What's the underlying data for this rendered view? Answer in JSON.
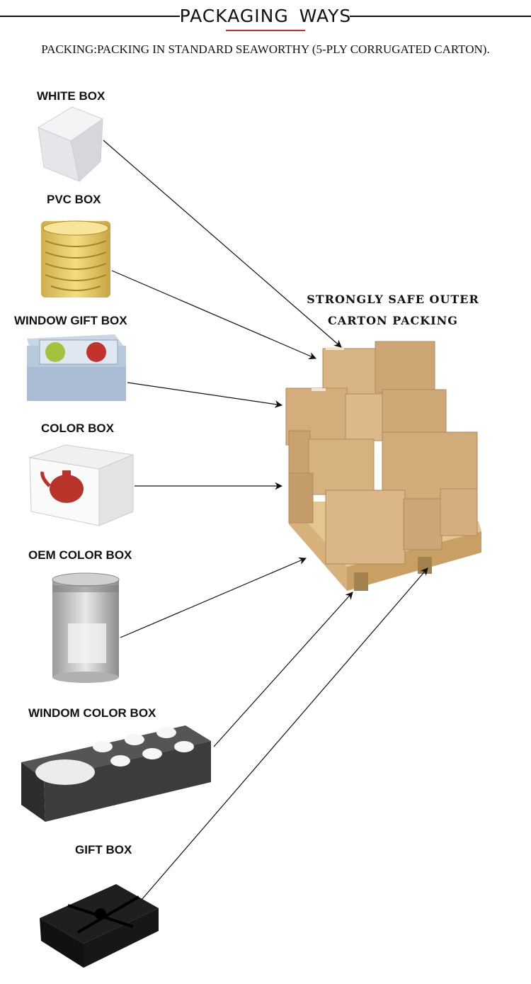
{
  "header": {
    "title": "PACKAGING  WAYS",
    "subtitle": "PACKING:PACKING IN STANDARD SEAWORTHY (5-PLY CORRUGATED CARTON)."
  },
  "destination": {
    "line1": "STRONGLY SAFE OUTER",
    "line2": "CARTON PACKING"
  },
  "items": [
    {
      "label": "WHITE BOX"
    },
    {
      "label": "PVC BOX"
    },
    {
      "label": "WINDOW GIFT BOX"
    },
    {
      "label": "COLOR BOX"
    },
    {
      "label": "OEM COLOR BOX"
    },
    {
      "label": "WINDOM COLOR BOX"
    },
    {
      "label": "GIFT BOX"
    }
  ],
  "colors": {
    "accent": "#d62828",
    "carton": "#d8b384",
    "pallet": "#e4c692"
  }
}
